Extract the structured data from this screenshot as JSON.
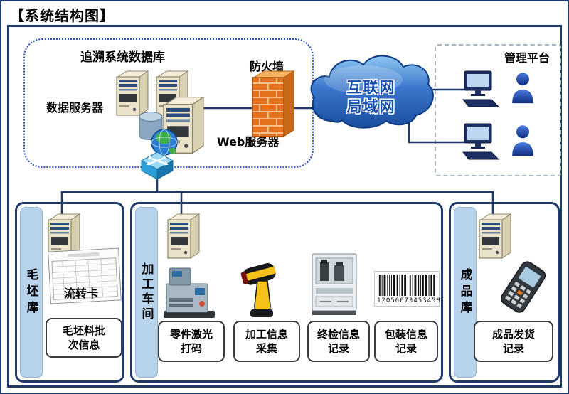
{
  "title": "【系统结构图】",
  "server_area": {
    "database_label": "追溯系统数据库",
    "data_server_label": "数据服务器",
    "firewall_label": "防火墙",
    "web_server_label": "Web服务器"
  },
  "cloud": {
    "line1": "互联网",
    "line2": "局域网"
  },
  "management": {
    "label": "管理平台"
  },
  "sections": {
    "blank_store": {
      "title": "毛坯库",
      "card_label": "流转卡",
      "batch_info_label": "毛坯料批\n次信息"
    },
    "workshop": {
      "title": "加工车间",
      "laser_label": "零件激光\n打码",
      "collect_label": "加工信息\n采集",
      "inspect_label": "终检信息\n记录",
      "package_label": "包装信息\n记录",
      "barcode_number": "12056673453458"
    },
    "finished_store": {
      "title": "成品库",
      "ship_label": "成品发货\n记录"
    }
  },
  "colors": {
    "line_navy": "#1f3a68",
    "section_bar_blue": "#b7d3eb",
    "cloud_blue": "#2a63b8",
    "firewall_orange": "#e2701c",
    "dotted_border_blue": "#2a52c8"
  }
}
